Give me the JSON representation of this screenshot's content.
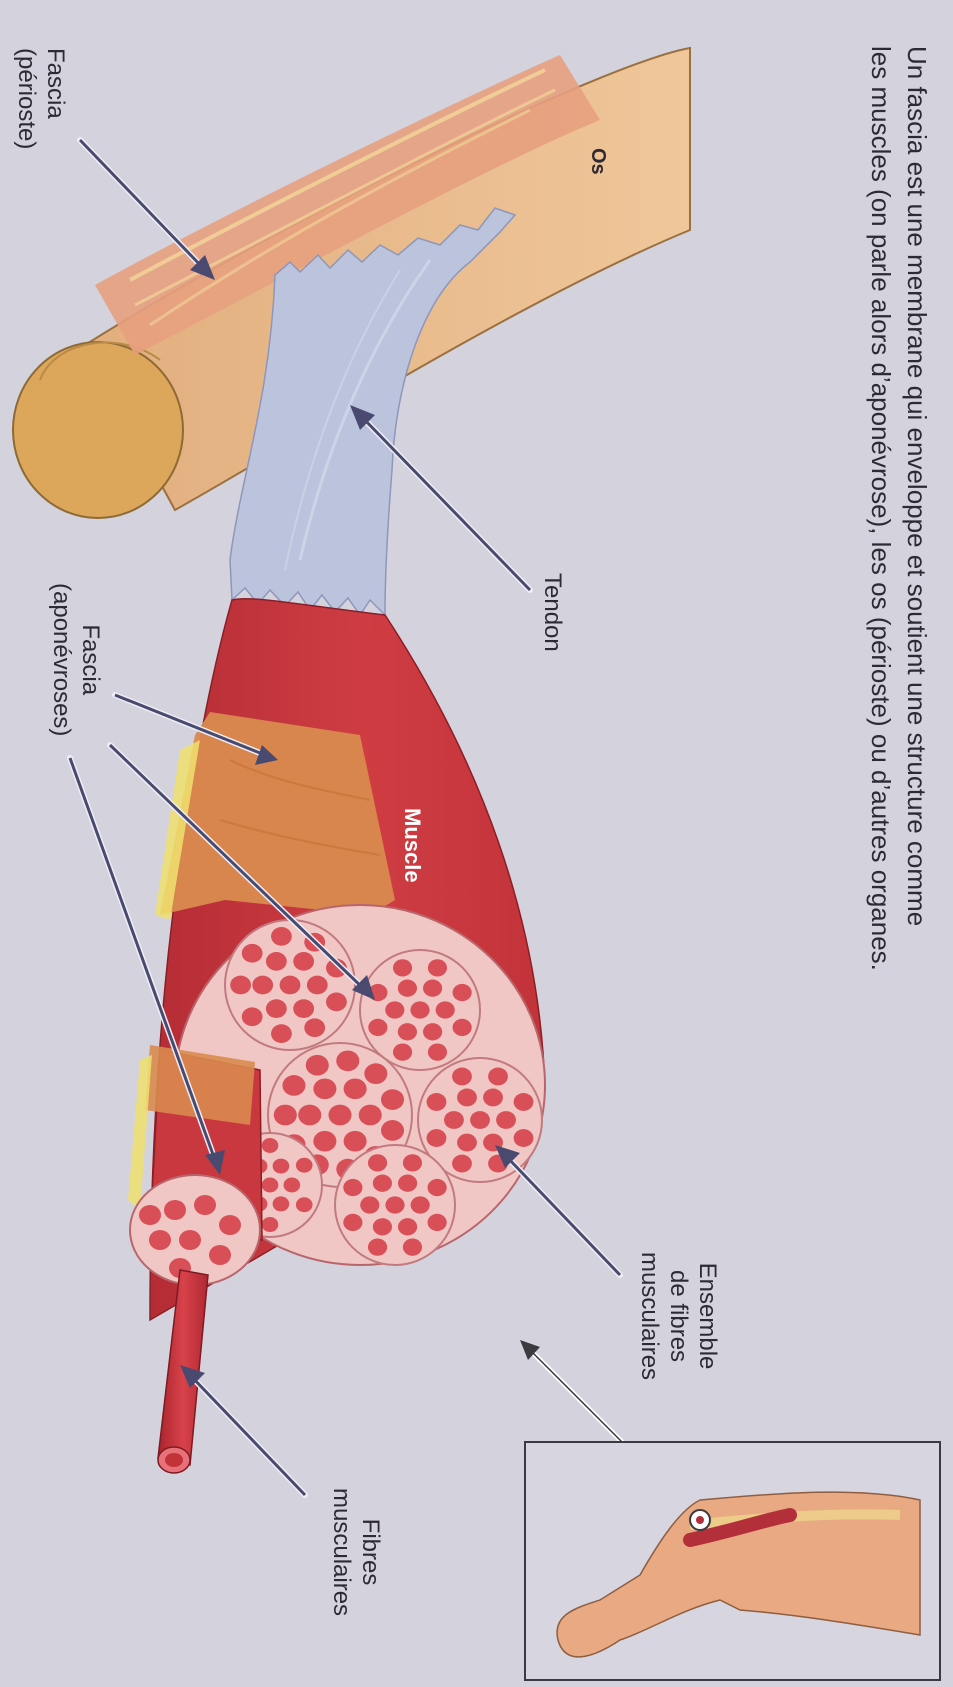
{
  "caption": {
    "line1": "Un fascia est une membrane qui enveloppe et soutient une structure comme",
    "line2": "les muscles (on parle alors d’aponévrose), les os (périoste) ou d’autres organes."
  },
  "labels": {
    "os": "Os",
    "muscle": "Muscle",
    "tendon": "Tendon",
    "fascia_perioste": {
      "line1": "Fascia",
      "line2": "(périoste)"
    },
    "fascia_aponevroses": {
      "line1": "Fascia",
      "line2": "(aponévroses)"
    },
    "ensemble_fibres": {
      "line1": "Ensemble",
      "line2": "de fibres",
      "line3": "musculaires"
    },
    "fibres_musculaires": {
      "line1": "Fibres",
      "line2": "musculaires"
    }
  },
  "colors": {
    "paper": "#d4d2dc",
    "bone": "#e8b98a",
    "bone_end": "#ddaa58",
    "periosteum": "#e9a583",
    "tendon": "#bcc3dc",
    "muscle": "#c8383e",
    "fascia": "#dd8a52",
    "fiber_fill": "#d94f58",
    "fiber_sheath": "#f0c7c4",
    "leader": "#4a4a70",
    "text": "#2d2a33"
  }
}
